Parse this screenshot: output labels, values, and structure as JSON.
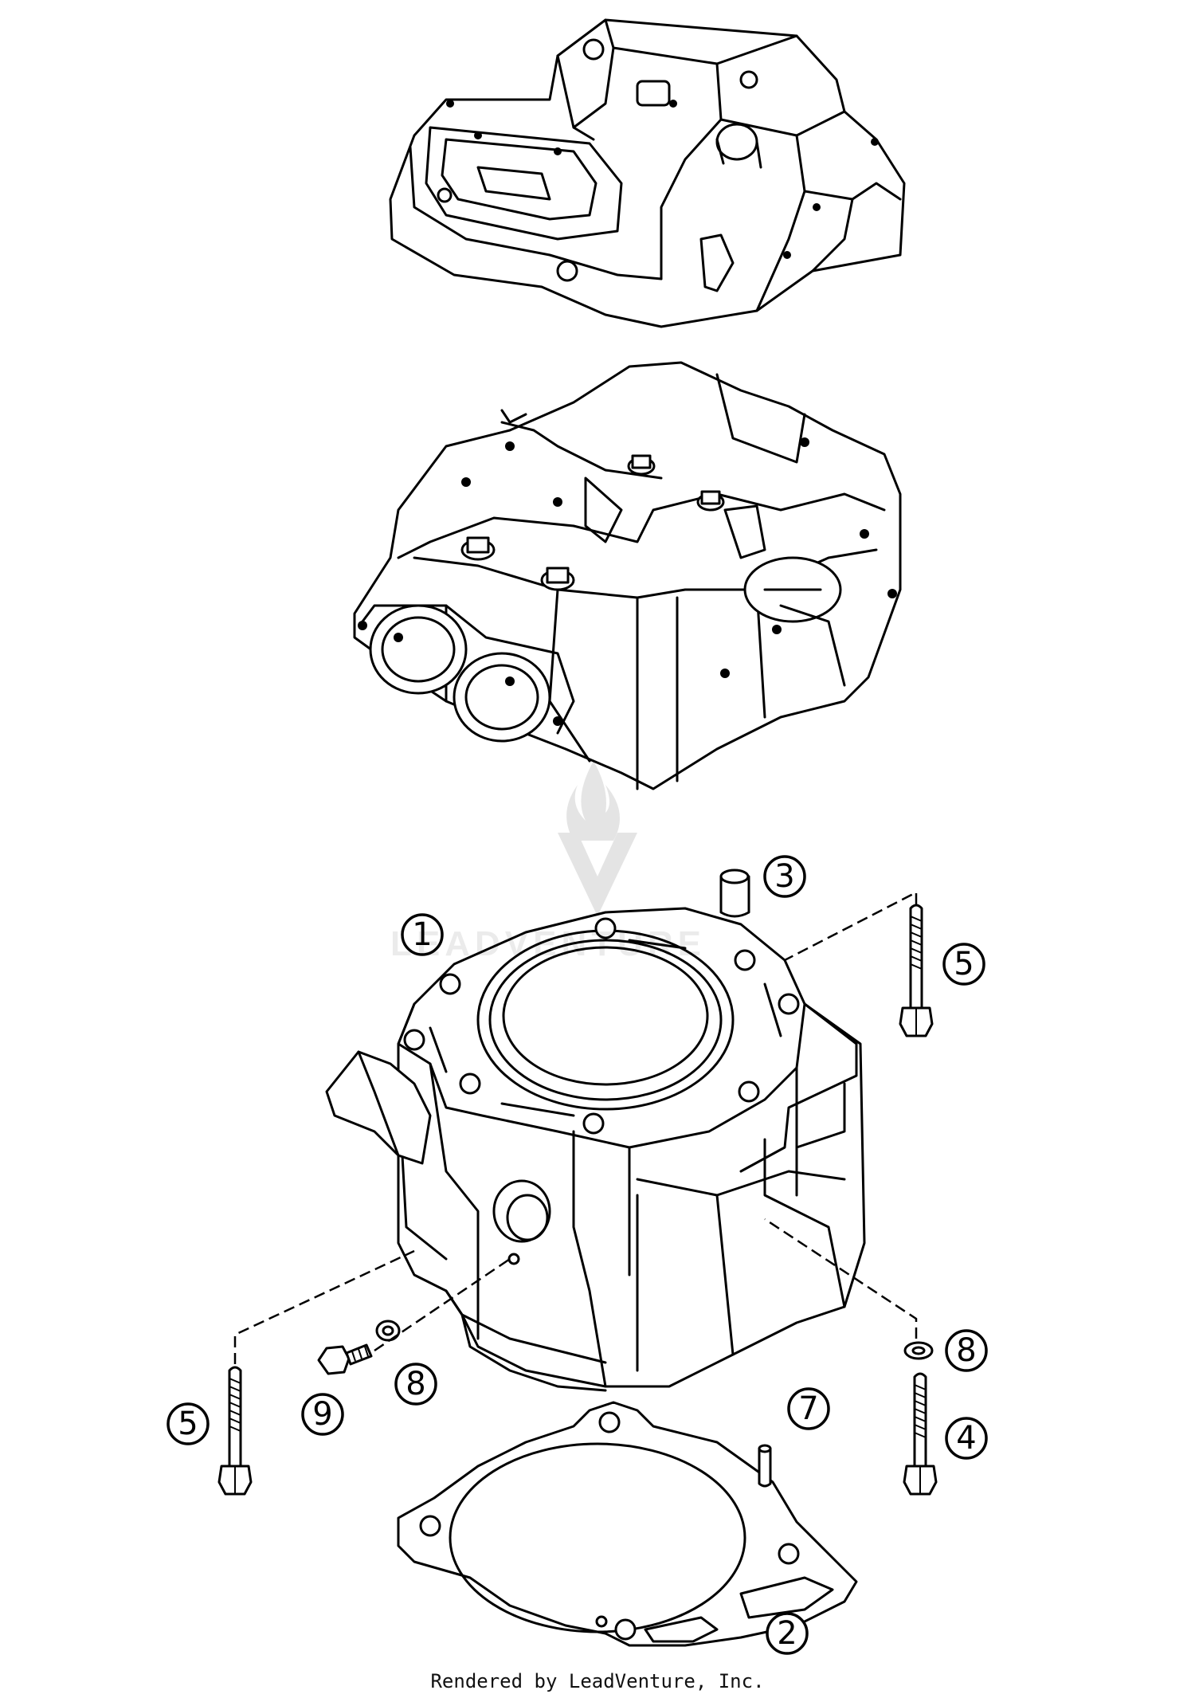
{
  "callouts": [
    {
      "id": "c1",
      "number": "1"
    },
    {
      "id": "c2",
      "number": "2"
    },
    {
      "id": "c3",
      "number": "3"
    },
    {
      "id": "c4",
      "number": "4"
    },
    {
      "id": "c5a",
      "number": "5"
    },
    {
      "id": "c5b",
      "number": "5"
    },
    {
      "id": "c7",
      "number": "7"
    },
    {
      "id": "c8a",
      "number": "8"
    },
    {
      "id": "c8b",
      "number": "8"
    },
    {
      "id": "c9",
      "number": "9"
    }
  ],
  "footer": {
    "text": "Rendered by LeadVenture, Inc."
  },
  "watermark": {
    "text": "LEADVENTURE"
  },
  "colors": {
    "line": "#000000",
    "background": "#ffffff"
  }
}
